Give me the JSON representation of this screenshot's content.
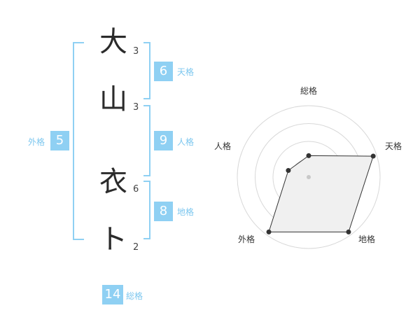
{
  "name_chars": [
    {
      "char": "大",
      "strokes": "3"
    },
    {
      "char": "山",
      "strokes": "3"
    },
    {
      "char": "衣",
      "strokes": "6"
    },
    {
      "char": "ト",
      "strokes": "2"
    }
  ],
  "fortune": {
    "tenkaku": {
      "value": "6",
      "label": "天格"
    },
    "jinkaku": {
      "value": "9",
      "label": "人格"
    },
    "chikaku": {
      "value": "8",
      "label": "地格"
    },
    "gaikaku": {
      "value": "5",
      "label": "外格"
    },
    "soukaku": {
      "value": "14",
      "label": "総格"
    }
  },
  "chart_data": {
    "type": "radar",
    "axes": [
      "総格",
      "天格",
      "地格",
      "外格",
      "人格"
    ],
    "values": [
      0.3,
      0.95,
      0.95,
      0.95,
      0.3
    ],
    "rings": 4,
    "fill_color": "#f0f0f0",
    "line_color": "#333333"
  },
  "colors": {
    "accent": "#8fd0f3",
    "label": "#7dc7ef"
  }
}
